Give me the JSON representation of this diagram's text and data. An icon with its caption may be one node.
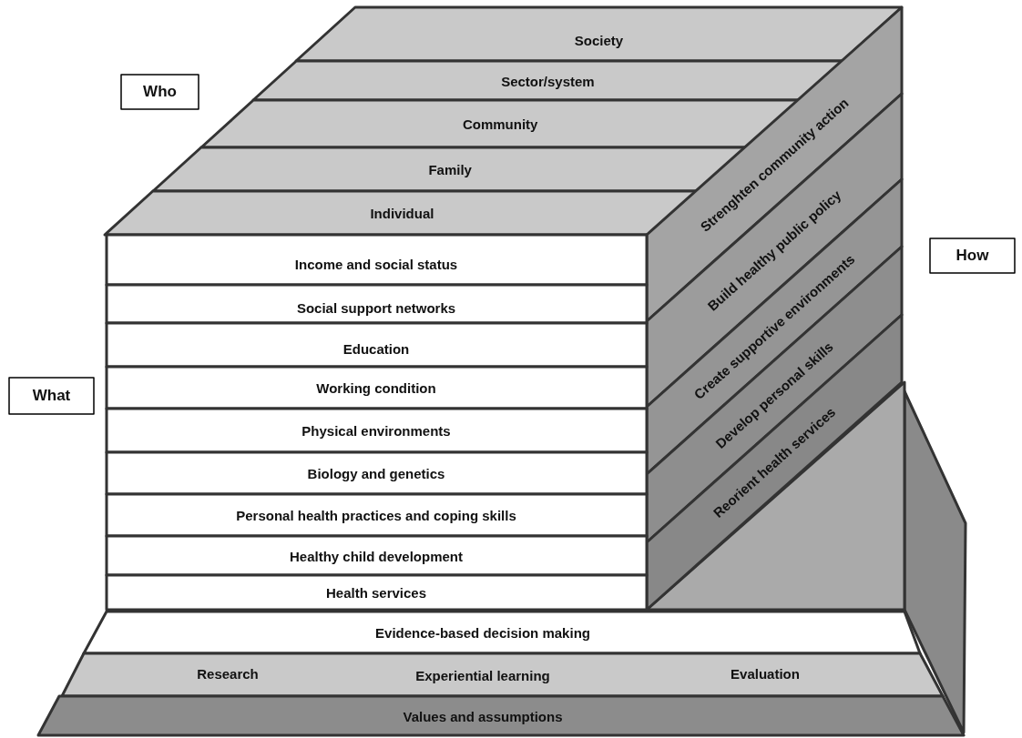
{
  "diagram": {
    "nodes": [
      {
        "text": [
          "Who"
        ]
      },
      {
        "text": [
          "Society"
        ]
      },
      {
        "text": [
          "Sector/system"
        ]
      },
      {
        "text": [
          "Community"
        ]
      },
      {
        "text": [
          "Family"
        ]
      },
      {
        "text": [
          "Individual"
        ]
      },
      {
        "text": [
          "Strenghten community action"
        ]
      },
      {
        "text": [
          "Build healthy public policy"
        ]
      },
      {
        "text": [
          "Create supportive environments"
        ]
      },
      {
        "text": [
          "Develop personal skills"
        ]
      },
      {
        "text": [
          "Reorient health services"
        ]
      },
      {
        "text": [
          "How"
        ]
      },
      {
        "text": [
          "Income and social status"
        ]
      },
      {
        "text": [
          "Social support networks"
        ]
      },
      {
        "text": [
          "Education"
        ]
      },
      {
        "text": [
          "Working condition"
        ]
      },
      {
        "text": [
          "Physical environments"
        ]
      },
      {
        "text": [
          "Biology and genetics"
        ]
      },
      {
        "text": [
          "Personal health practices and coping skills"
        ]
      },
      {
        "text": [
          "Healthy child development"
        ]
      },
      {
        "text": [
          "Health services"
        ]
      },
      {
        "text": [
          "What"
        ]
      },
      {
        "text": [
          "Evidence-based decision making"
        ]
      },
      {
        "text": [
          "Research",
          "Experiential learning",
          "Evaluation"
        ]
      },
      {
        "text": [
          "Values and assumptions"
        ]
      }
    ]
  }
}
